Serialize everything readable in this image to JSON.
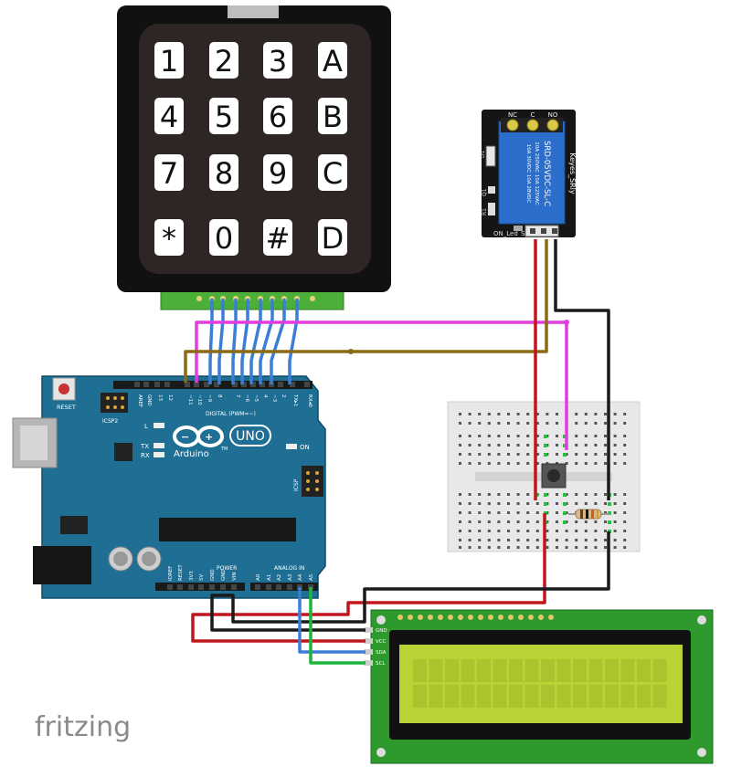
{
  "keypad": {
    "keys": [
      [
        "1",
        "2",
        "3",
        "A"
      ],
      [
        "4",
        "5",
        "6",
        "B"
      ],
      [
        "7",
        "8",
        "9",
        "C"
      ],
      [
        "*",
        "0",
        "#",
        "D"
      ]
    ]
  },
  "relay": {
    "terminals": [
      "NC",
      "C",
      "NO"
    ],
    "part": "SRD-05VDC-SL-C",
    "rating1": "10A 250VAC  10A 125VAC",
    "rating2": "10A 30VDC  10A 28VDC",
    "brand": "Keyes_SRly",
    "d1": "D1",
    "q1": "Q1",
    "r1": "R1",
    "onled": "ON_Led",
    "s": "S"
  },
  "arduino": {
    "reset": "RESET",
    "icsp2": "ICSP2",
    "icsp": "ICSP",
    "digital": "DIGITAL (PWM=~)",
    "brand": "Arduino",
    "tm": "TM",
    "model": "UNO",
    "on": "ON",
    "l": "L",
    "tx": "TX",
    "rx": "RX",
    "power": "POWER",
    "analog": "ANALOG IN",
    "top_pins": [
      "AREF",
      "GND",
      "13",
      "12",
      "~11",
      "~10",
      "~9",
      "8",
      "7",
      "~6",
      "~5",
      "4",
      "~3",
      "2",
      "TX▸1",
      "RX◂0"
    ],
    "power_pins": [
      "IOREF",
      "RESET",
      "3V3",
      "5V",
      "GND",
      "GND",
      "VIN"
    ],
    "analog_pins": [
      "A0",
      "A1",
      "A2",
      "A3",
      "A4",
      "A5"
    ]
  },
  "lcd": {
    "pins": [
      "GND",
      "VCC",
      "SDA",
      "SCL"
    ]
  },
  "watermark": "fritzing",
  "colors": {
    "board": "#1f6e94",
    "wire_blue": "#3a7fd5",
    "wire_red": "#c0161d",
    "wire_black": "#1a1a1a",
    "wire_pink": "#e23ce0",
    "wire_brown": "#8b6a12",
    "wire_green": "#1fb53c",
    "lcd_screen": "#b9d334",
    "relay_blue": "#2c6ecb"
  }
}
